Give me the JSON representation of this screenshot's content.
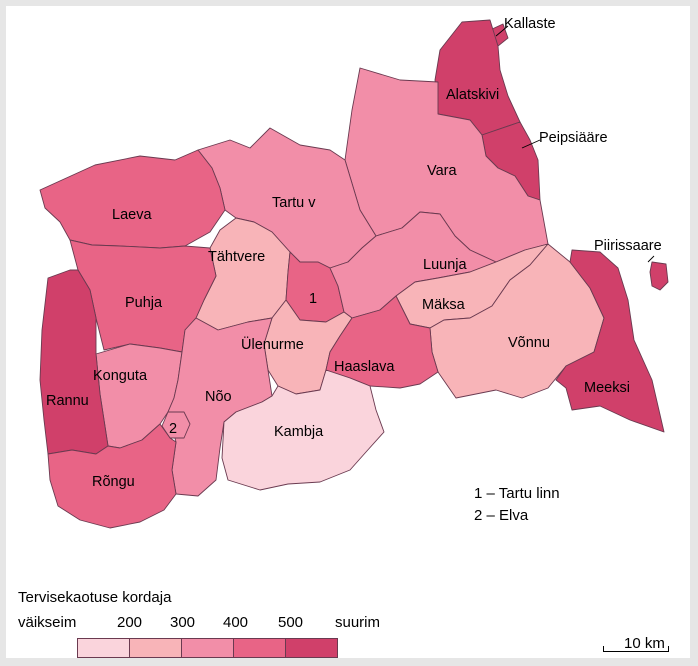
{
  "legend": {
    "title": "Tervisekaotuse kordaja",
    "ticks": [
      "väikseim",
      "200",
      "300",
      "400",
      "500",
      "suurim"
    ],
    "colors": [
      "#fad4dc",
      "#f8b4b8",
      "#f28ea8",
      "#e86486",
      "#d0406a"
    ]
  },
  "notes": {
    "line1": "1 – Tartu linn",
    "line2": "2 – Elva"
  },
  "scale": {
    "label": "10 km"
  },
  "regions": {
    "kallaste": "Kallaste",
    "alatskivi": "Alatskivi",
    "peipsiaare": "Peipsiääre",
    "vara": "Vara",
    "tartu_v": "Tartu v",
    "laeva": "Laeva",
    "tahtvere": "Tähtvere",
    "luunja": "Luunja",
    "piirissaare": "Piirissaare",
    "tartu_linn": "1",
    "puhja": "Puhja",
    "maksa": "Mäksa",
    "ulenurme": "Ülenurme",
    "vonnu": "Võnnu",
    "konguta": "Konguta",
    "haaslava": "Haaslava",
    "noo": "Nõo",
    "meeksi": "Meeksi",
    "rannu": "Rannu",
    "elva": "2",
    "kambja": "Kambja",
    "rongu": "Rõngu"
  }
}
